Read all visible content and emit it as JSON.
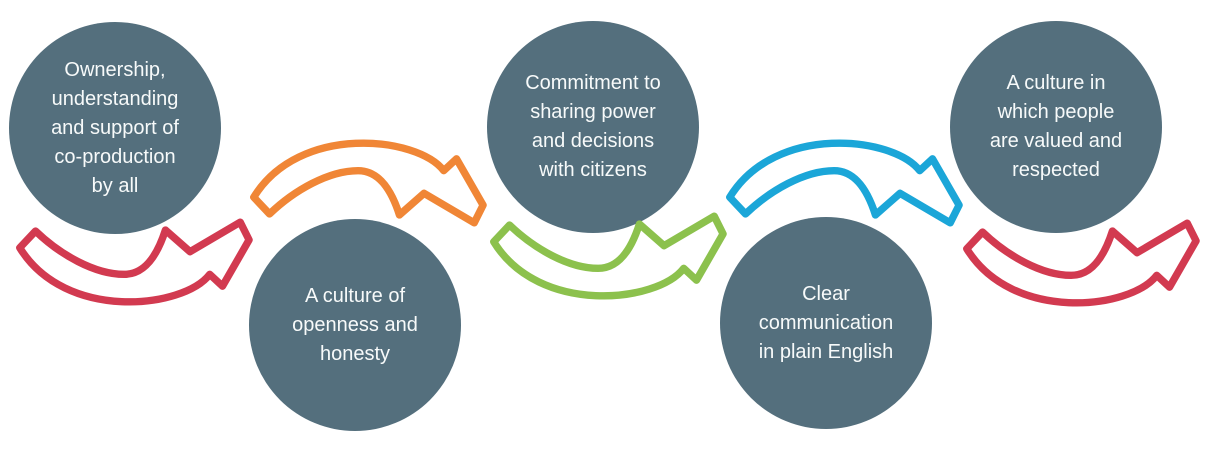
{
  "diagram": {
    "type": "flow-diagram",
    "background": "#FFFFFF",
    "steps": [
      {
        "label": "Ownership,\nunderstanding\nand support of\nco-production\nby all"
      },
      {
        "label": "A culture of\nopenness and\nhonesty"
      },
      {
        "label": "Commitment to\nsharing power\nand decisions\nwith citizens"
      },
      {
        "label": "Clear\ncommunication\nin plain English"
      },
      {
        "label": "A culture in\nwhich people\nare valued and\nrespected"
      }
    ],
    "arrows": [
      {
        "name": "curved-arrow-1",
        "color": "#D23A50",
        "curve": "dips-down, points up-right"
      },
      {
        "name": "curved-arrow-2",
        "color": "#F08636",
        "curve": "arches-up, points down-right"
      },
      {
        "name": "curved-arrow-3",
        "color": "#8CC14D",
        "curve": "dips-down, points up-right"
      },
      {
        "name": "curved-arrow-4",
        "color": "#1BA6D8",
        "curve": "arches-up, points down-right"
      },
      {
        "name": "curved-arrow-5",
        "color": "#D23A50",
        "curve": "dips-down, points up-right"
      }
    ],
    "colors": {
      "circle_fill": "#546F7D",
      "circle_text": "#F7FAFA"
    }
  }
}
